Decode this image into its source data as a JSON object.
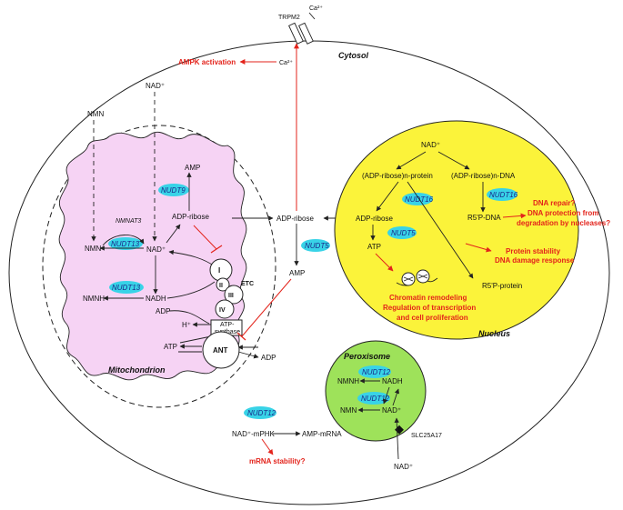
{
  "compartments": {
    "cytosol": "Cytosol",
    "nucleus": "Nucleus",
    "peroxisome": "Peroxisome",
    "mitochondrion": "Mitochondrion"
  },
  "transporters": {
    "trpm2": "TRPM2",
    "ca_out": "Ca²⁺",
    "ca_in": "Ca²⁺",
    "slc": "SLC25A17"
  },
  "cytosol": {
    "ampk": "AMPK activation",
    "nad_top": "NAD⁺",
    "nmn_top": "NMN",
    "adpr": "ADP-ribose",
    "nudt5": "NUDT5",
    "amp": "AMP",
    "nad_mphk": "NAD⁺-mPHK",
    "amp_mrna": "AMP-mRNA",
    "nudt12": "NUDT12",
    "mrna_stab": "mRNA stability?",
    "nad_bottom": "NAD⁺"
  },
  "mito": {
    "amp": "AMP",
    "nudt9": "NUDT9",
    "adpr": "ADP-ribose",
    "nmnat3": "NMNAT3",
    "nmn": "NMN",
    "nudt13a": "NUDT13",
    "nad": "NAD⁺",
    "nudt13b": "NUDT13",
    "nmnh": "NMNH",
    "nadh": "NADH",
    "adp": "ADP",
    "h": "H⁺",
    "atp": "ATP",
    "ant": "ANT",
    "adp_out": "ADP",
    "complex1": "I",
    "complex2": "II",
    "complex3": "III",
    "complex4": "IV",
    "etc": "ETC",
    "atp_synthase_1": "ATP-",
    "atp_synthase_2": "synthase"
  },
  "nucleus": {
    "nad": "NAD⁺",
    "adpr_protein": "(ADP-ribose)n-protein",
    "adpr_dna": "(ADP-ribose)n-DNA",
    "nudt16a": "NUDT16",
    "nudt16b": "NUDT16",
    "adpr": "ADP-ribose",
    "r5p_dna": "R5'P-DNA",
    "dna_repair_1": "DNA repair?",
    "dna_repair_2": "DNA protection from",
    "dna_repair_3": "degradation by nucleases?",
    "nudt5": "NUDT5",
    "atp": "ATP",
    "protein_stab_1": "Protein stability",
    "protein_stab_2": "DNA damage response",
    "r5p_protein": "R5'P-protein",
    "chromatin_1": "Chromatin remodeling",
    "chromatin_2": "Regulation of transcription",
    "chromatin_3": "and cell proliferation"
  },
  "peroxisome": {
    "nudt12a": "NUDT12",
    "nmnh": "NMNH",
    "nadh": "NADH",
    "nudt12b": "NUDT12",
    "nmn": "NMN",
    "nad": "NAD⁺"
  },
  "colors": {
    "nucleus_fill": "#fbf33a",
    "mito_fill": "#f6d3f4",
    "perox_fill": "#9ee25a",
    "enzyme_fill": "#38d3e7",
    "red": "#e3231b"
  }
}
